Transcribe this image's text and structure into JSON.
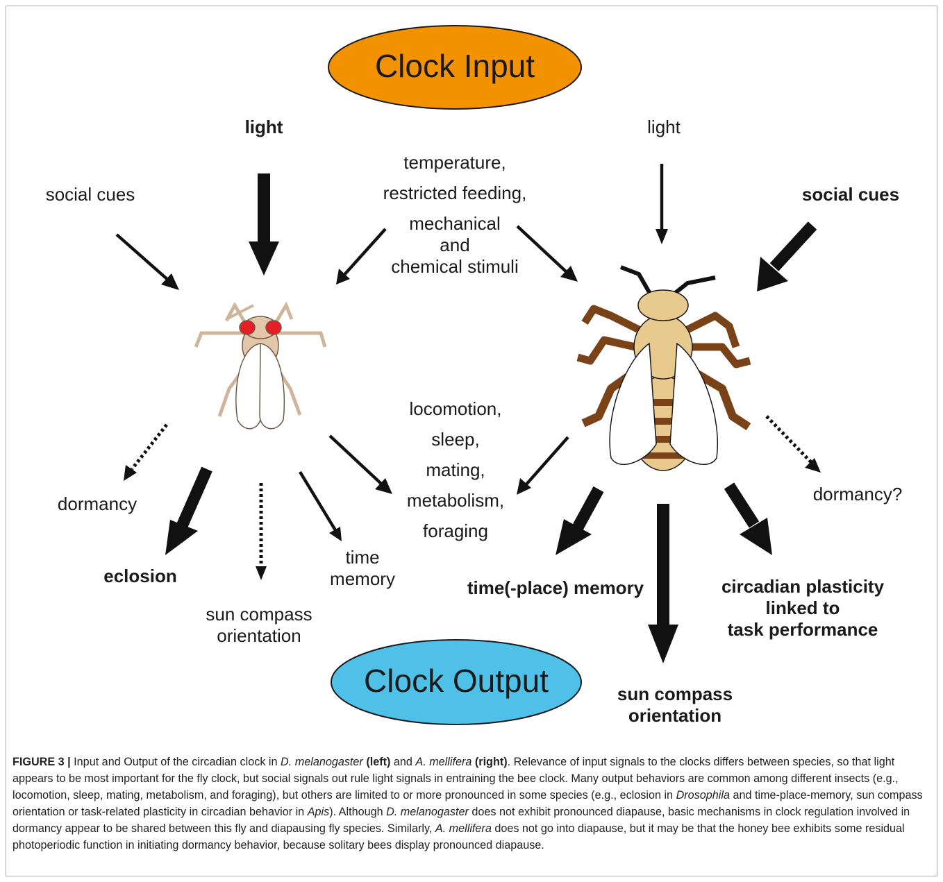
{
  "colors": {
    "input_ellipse": "#f39200",
    "output_ellipse": "#4fc0e8",
    "arrow": "#111111"
  },
  "diagram": {
    "clock_input": "Clock Input",
    "clock_output": "Clock Output",
    "inputs": {
      "fly_light": "light",
      "fly_social": "social cues",
      "shared": [
        "temperature,",
        "restricted feeding,",
        "mechanical",
        "and",
        "chemical stimuli"
      ],
      "bee_light": "light",
      "bee_social": "social cues"
    },
    "outputs": {
      "fly_dormancy": "dormancy",
      "fly_eclosion": "eclosion",
      "fly_sun_compass": [
        "sun compass",
        "orientation"
      ],
      "fly_time_memory": [
        "time",
        "memory"
      ],
      "shared": [
        "locomotion,",
        "sleep,",
        "mating,",
        "metabolism,",
        "foraging"
      ],
      "bee_time_place": "time(-place) memory",
      "bee_sun_compass": [
        "sun compass",
        "orientation"
      ],
      "bee_plasticity": [
        "circadian plasticity",
        "linked to",
        "task performance"
      ],
      "bee_dormancy": "dormancy?"
    },
    "icons": {
      "fly": "fruit-fly-icon",
      "bee": "honey-bee-icon"
    }
  },
  "caption": {
    "label": "FIGURE 3 |",
    "t1": " Input and Output of the circadian clock in ",
    "i1": "D. melanogaster",
    "b1": " (left)",
    "t2": " and ",
    "i2": "A. mellifera",
    "b2": " (right)",
    "t3": ". Relevance of input signals to the clocks differs between species, so that light appears to be most important for the fly clock, but social signals out rule light signals in entraining the bee clock. Many output behaviors are common among different insects (e.g., locomotion, sleep, mating, metabolism, and foraging), but others are limited to or more pronounced in some species (e.g., eclosion in ",
    "i3": "Drosophila",
    "t4": " and time-place-memory, sun compass orientation or task-related plasticity in circadian behavior in ",
    "i4": "Apis",
    "t5": "). Although ",
    "i5": "D. melanogaster",
    "t6": " does not exhibit pronounced diapause, basic mechanisms in clock regulation involved in dormancy appear to be shared between this fly and diapausing fly species. Similarly, ",
    "i6": "A. mellifera",
    "t7": " does not go into diapause, but it may be that the honey bee exhibits some residual photoperiodic function in initiating dormancy behavior, because solitary bees display pronounced diapause."
  }
}
